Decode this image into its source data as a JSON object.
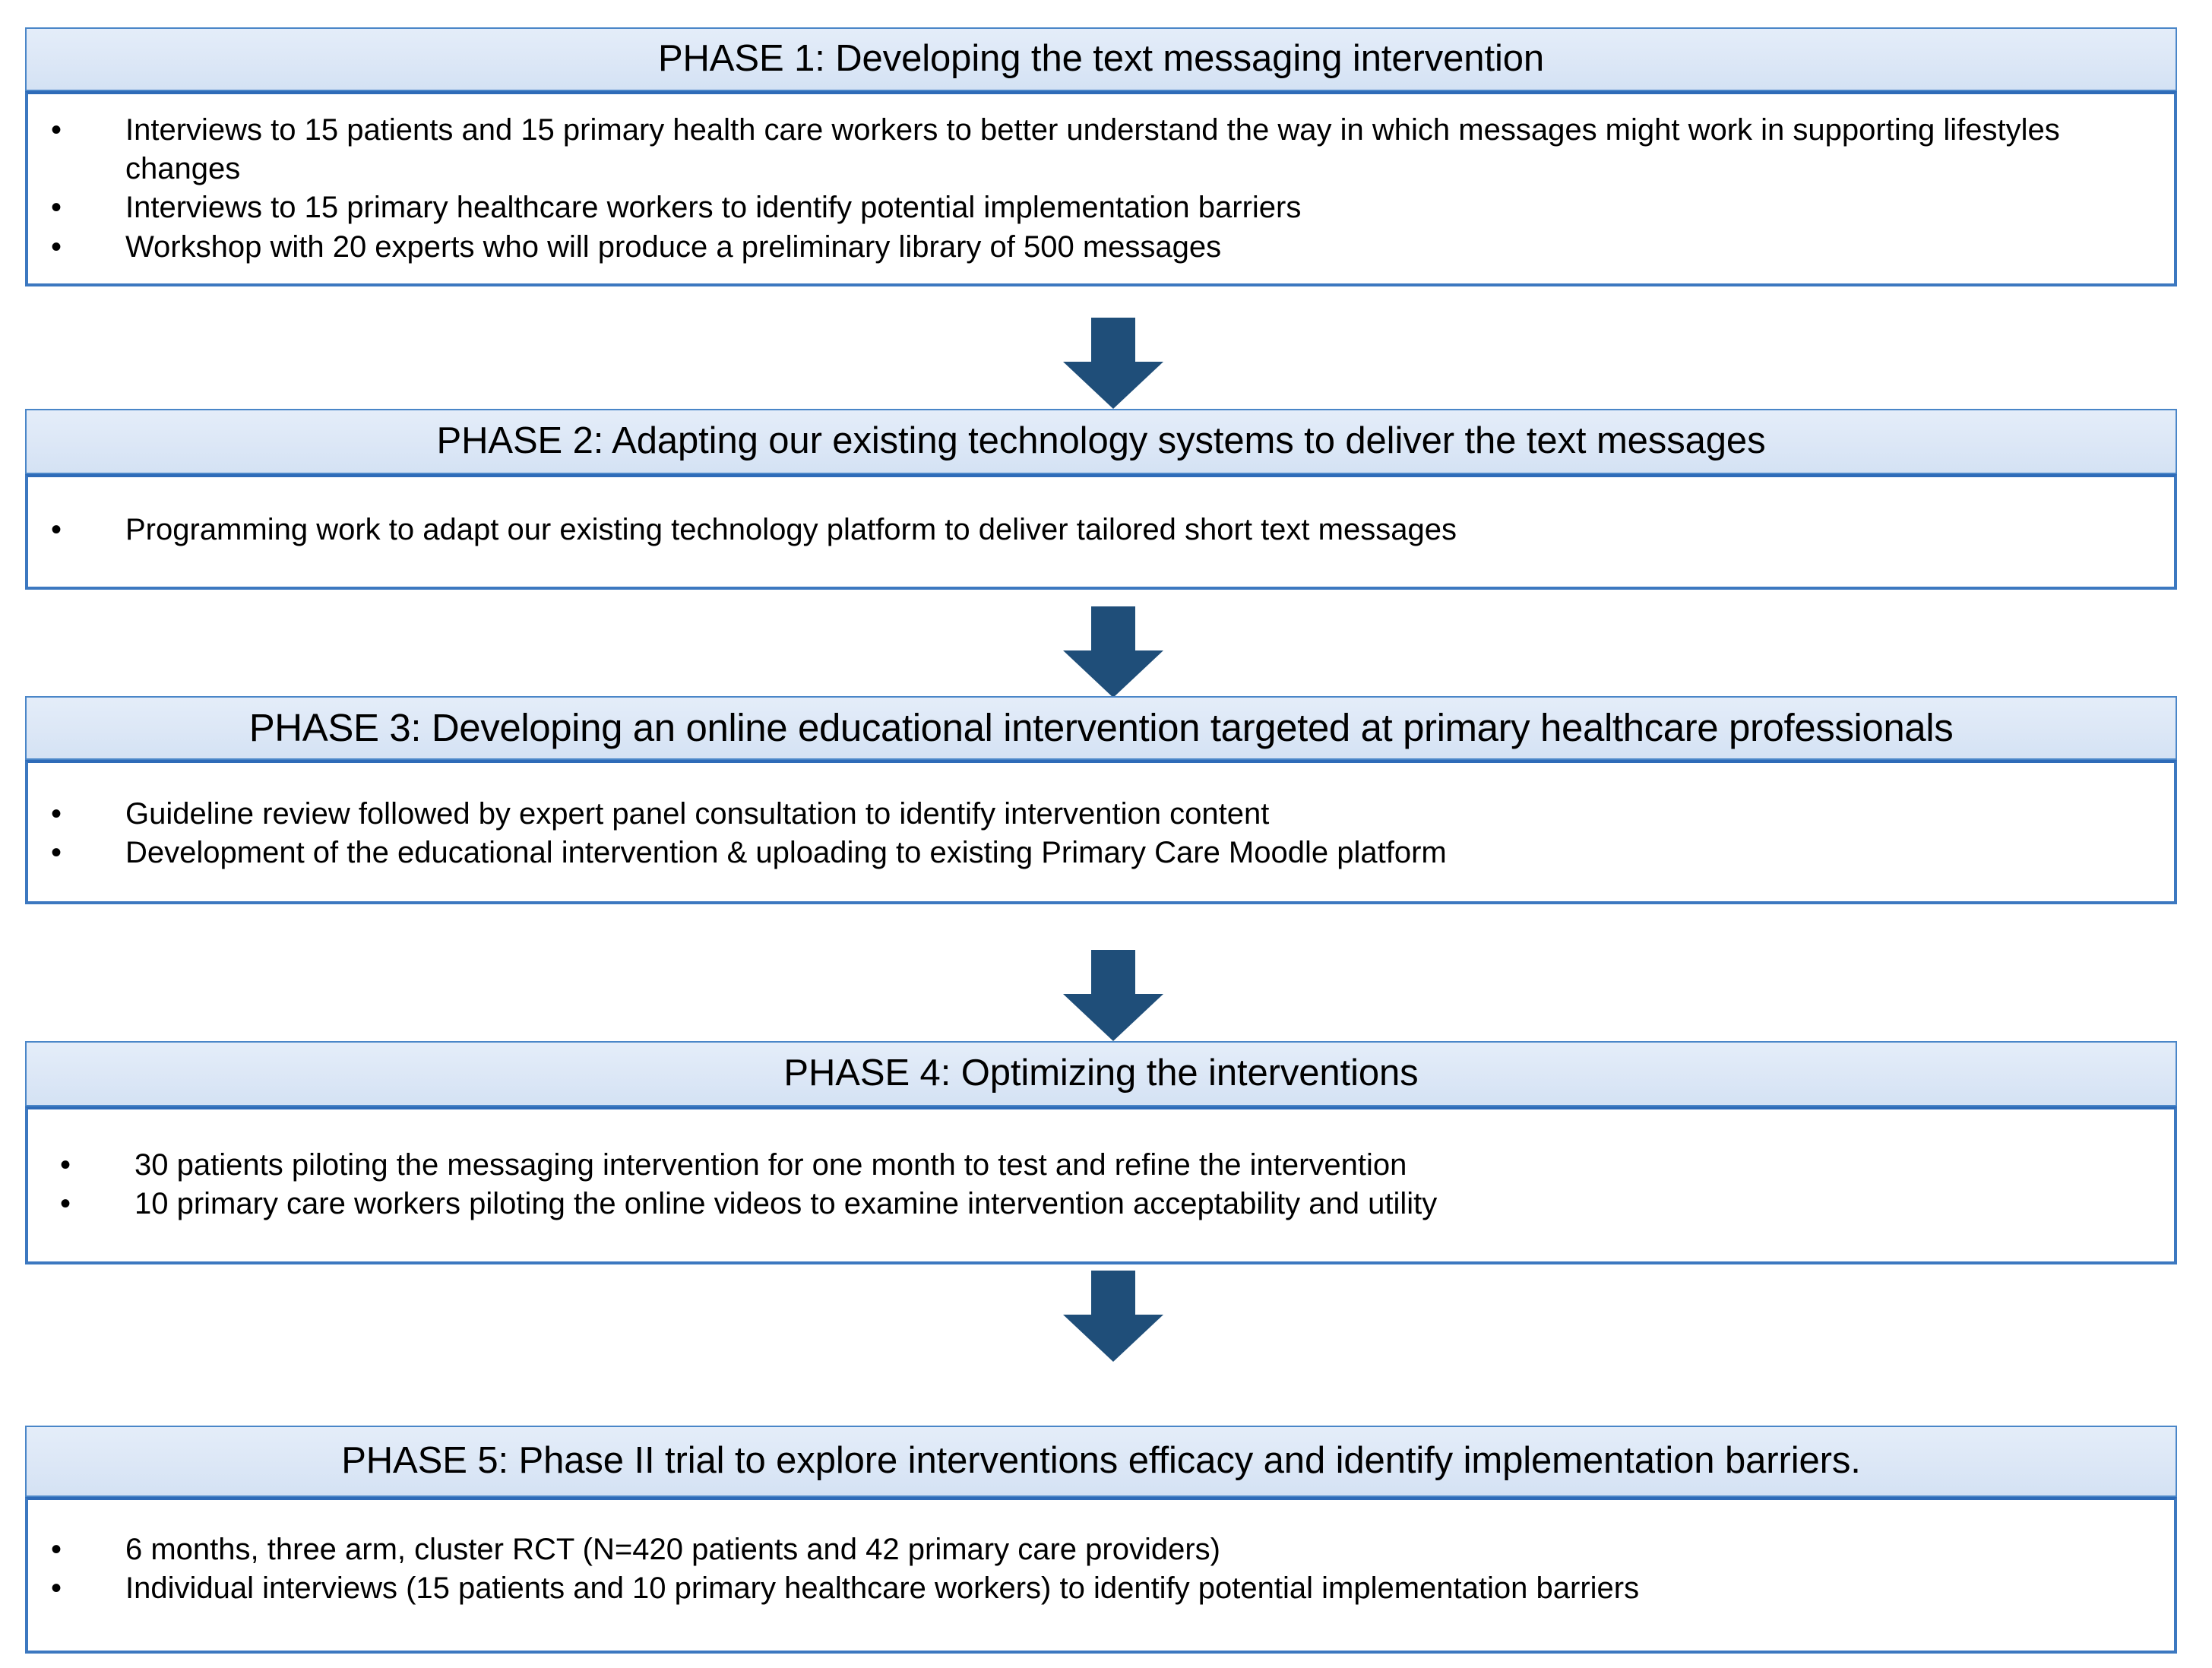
{
  "diagram": {
    "title": "Five-phase study flow diagram",
    "colors": {
      "header_fill": "#DCE7F6",
      "header_border": "#4A86C8",
      "body_border": "#3C78C0",
      "arrow": "#1F4E79",
      "text": "#000000"
    },
    "arrow_icon": "down-arrow-icon",
    "bullet_glyph": "•"
  },
  "phases": [
    {
      "id": "phase-1",
      "title": "PHASE 1: Developing the text messaging intervention",
      "bullets": [
        "Interviews to 15 patients and 15 primary health care workers to better understand the way in which messages might work in supporting lifestyles changes",
        "Interviews to 15 primary healthcare workers to identify potential implementation barriers",
        "Workshop with 20 experts who will produce a preliminary library of 500 messages"
      ]
    },
    {
      "id": "phase-2",
      "title": "PHASE 2: Adapting our existing technology systems to deliver the text messages",
      "bullets": [
        "Programming work to adapt our existing technology platform to deliver tailored short text messages"
      ]
    },
    {
      "id": "phase-3",
      "title": "PHASE 3: Developing an online educational intervention targeted at primary healthcare professionals",
      "bullets": [
        "Guideline review followed by expert panel consultation to identify intervention content",
        "Development of the educational intervention  & uploading to existing Primary Care Moodle platform"
      ]
    },
    {
      "id": "phase-4",
      "title": "PHASE 4: Optimizing the interventions",
      "bullets": [
        "30 patients piloting the messaging intervention for one month to test and refine the intervention",
        "10 primary care workers piloting the online videos to examine intervention acceptability and utility"
      ]
    },
    {
      "id": "phase-5",
      "title": "PHASE 5: Phase II trial to explore interventions efficacy and identify implementation barriers.",
      "bullets": [
        "6 months, three arm, cluster RCT (N=420 patients and 42 primary care providers)",
        "Individual interviews (15 patients and 10 primary healthcare workers) to identify potential implementation barriers"
      ]
    }
  ]
}
